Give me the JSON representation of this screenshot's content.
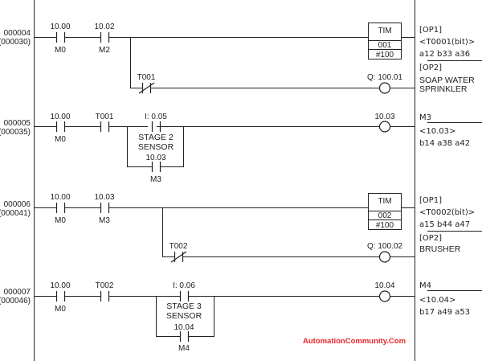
{
  "colors": {
    "line": "#222222",
    "watermark": "#e8242a",
    "background": "#ffffff"
  },
  "watermark": "AutomationCommunity.Com",
  "rungs": [
    {
      "step": "000004",
      "addr": "(000030)",
      "contacts": [
        {
          "addr": "10.00",
          "label": "M0",
          "type": "NO"
        },
        {
          "addr": "10.02",
          "label": "M2",
          "type": "NO"
        }
      ],
      "timer": {
        "title": "TIM",
        "number": "001",
        "preset": "#100"
      },
      "branch_contact": {
        "addr": "T001",
        "type": "NC"
      },
      "branch_coil": {
        "addr": "Q: 100.01"
      },
      "comment": {
        "op1": "[OP1]",
        "ref": "<T0001(bit)>",
        "xref": "a12 b33 a36",
        "op2": "[OP2]",
        "desc1": "SOAP WATER",
        "desc2": "SPRINKLER"
      }
    },
    {
      "step": "000005",
      "addr": "(000035)",
      "contacts": [
        {
          "addr": "10.00",
          "label": "M0",
          "type": "NO"
        },
        {
          "addr": "T001",
          "label": "",
          "type": "NO"
        }
      ],
      "parallel": {
        "top": {
          "addr": "I: 0.05",
          "label1": "STAGE 2",
          "label2": "SENSOR"
        },
        "bottom": {
          "addr": "10.03",
          "label": "M3"
        }
      },
      "coil": {
        "addr": "10.03"
      },
      "comment": {
        "name": "M3",
        "ref": "<10.03>",
        "xref": "b14 a38 a42"
      }
    },
    {
      "step": "000006",
      "addr": "(000041)",
      "contacts": [
        {
          "addr": "10.00",
          "label": "M0",
          "type": "NO"
        },
        {
          "addr": "10.03",
          "label": "M3",
          "type": "NO"
        }
      ],
      "timer": {
        "title": "TIM",
        "number": "002",
        "preset": "#100"
      },
      "branch_contact": {
        "addr": "T002",
        "type": "NC"
      },
      "branch_coil": {
        "addr": "Q: 100.02"
      },
      "comment": {
        "op1": "[OP1]",
        "ref": "<T0002(bit)>",
        "xref": "a15 b44 a47",
        "op2": "[OP2]",
        "desc1": "BRUSHER"
      }
    },
    {
      "step": "000007",
      "addr": "(000046)",
      "contacts": [
        {
          "addr": "10.00",
          "label": "M0",
          "type": "NO"
        },
        {
          "addr": "T002",
          "label": "",
          "type": "NO"
        }
      ],
      "parallel": {
        "top": {
          "addr": "I: 0.06",
          "label1": "STAGE 3",
          "label2": "SENSOR"
        },
        "bottom": {
          "addr": "10.04",
          "label": "M4"
        }
      },
      "coil": {
        "addr": "10.04"
      },
      "comment": {
        "name": "M4",
        "ref": "<10.04>",
        "xref": "b17 a49 a53"
      }
    }
  ]
}
